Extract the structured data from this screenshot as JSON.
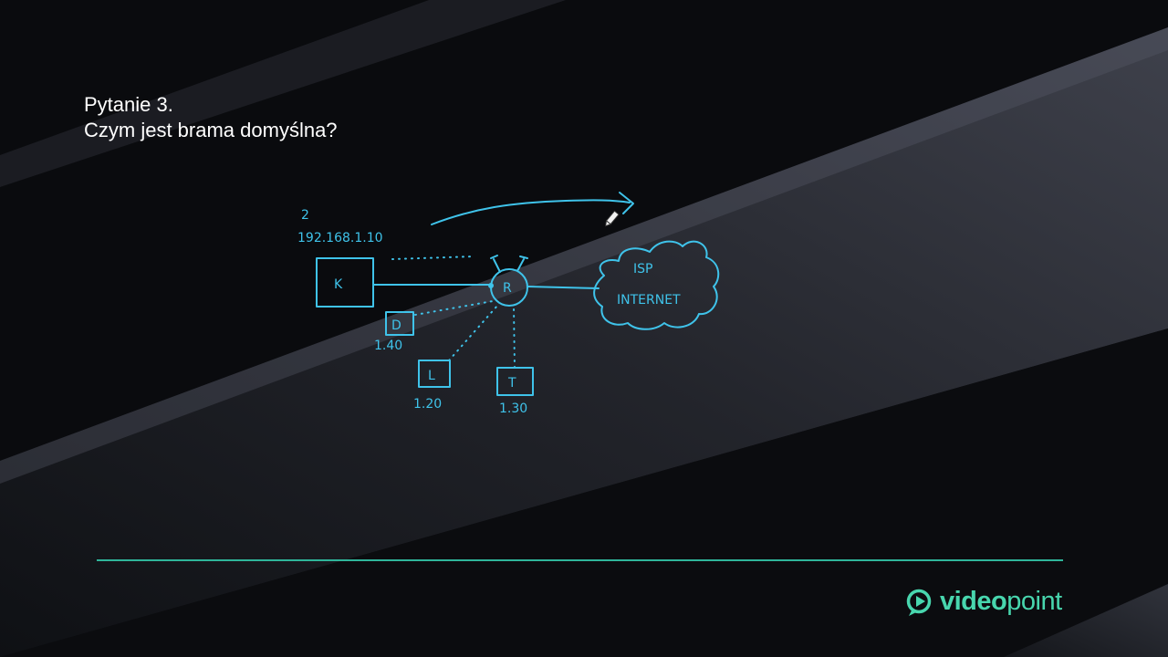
{
  "slide": {
    "question_number": "Pytanie 3.",
    "question_text": "Czym jest brama domyślna?"
  },
  "diagram": {
    "annotation_mark": "2",
    "ip_main": "192.168.1.10",
    "node_k": "K",
    "node_r": "R",
    "node_d": "D",
    "node_l": "L",
    "node_t": "T",
    "ip_d": "1.40",
    "ip_l": "1.20",
    "ip_t": "1.30",
    "cloud_isp": "ISP",
    "cloud_internet": "INTERNET"
  },
  "brand": {
    "name_bold": "video",
    "name_light": "point",
    "accent": "#48d6ae",
    "sketch_color": "#3fc3ea"
  }
}
